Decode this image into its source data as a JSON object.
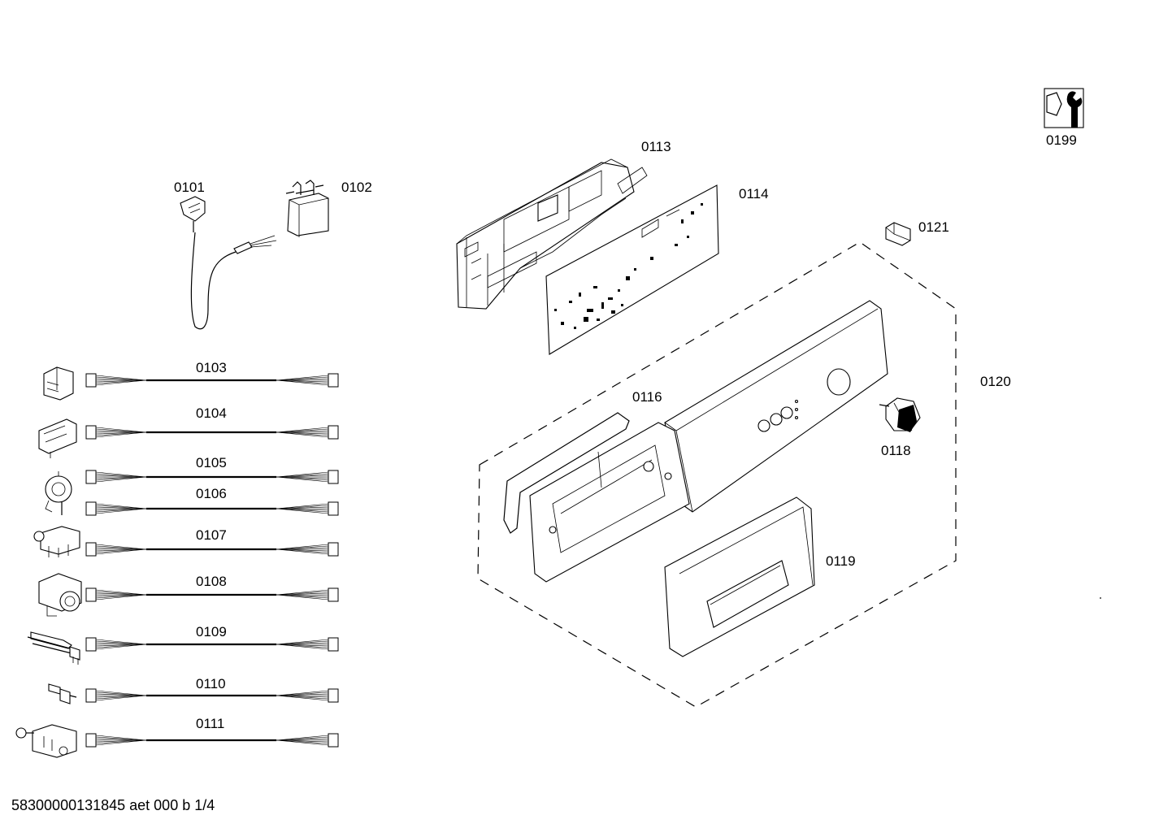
{
  "parts": [
    {
      "id": "p0101",
      "label": "0101"
    },
    {
      "id": "p0102",
      "label": "0102"
    },
    {
      "id": "p0113",
      "label": "0113"
    },
    {
      "id": "p0114",
      "label": "0114"
    },
    {
      "id": "p0121",
      "label": "0121"
    },
    {
      "id": "p0120",
      "label": "0120"
    },
    {
      "id": "p0116",
      "label": "0116"
    },
    {
      "id": "p0118",
      "label": "0118"
    },
    {
      "id": "p0119",
      "label": "0119"
    },
    {
      "id": "p0199",
      "label": "0199"
    }
  ],
  "cables": [
    {
      "label": "0103"
    },
    {
      "label": "0104"
    },
    {
      "label": "0105"
    },
    {
      "label": "0106"
    },
    {
      "label": "0107"
    },
    {
      "label": "0108"
    },
    {
      "label": "0109"
    },
    {
      "label": "0110"
    },
    {
      "label": "0111"
    }
  ],
  "footer": "58300000131845 aet 000 b 1/4"
}
